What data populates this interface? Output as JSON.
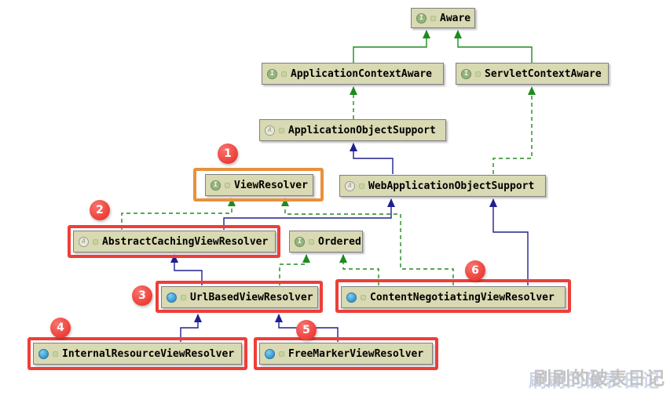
{
  "diagram": {
    "icons": {
      "interface_glyph": "I",
      "abstract_glyph": "A"
    },
    "nodes": [
      {
        "id": "aware",
        "label": "Aware",
        "kind": "interface"
      },
      {
        "id": "application-context-aware",
        "label": "ApplicationContextAware",
        "kind": "interface"
      },
      {
        "id": "servlet-context-aware",
        "label": "ServletContextAware",
        "kind": "interface"
      },
      {
        "id": "application-object-support",
        "label": "ApplicationObjectSupport",
        "kind": "abstract-class"
      },
      {
        "id": "view-resolver",
        "label": "ViewResolver",
        "kind": "interface",
        "badge": "1",
        "highlight": "orange"
      },
      {
        "id": "web-application-object-support",
        "label": "WebApplicationObjectSupport",
        "kind": "abstract-class"
      },
      {
        "id": "abstract-caching-view-resolver",
        "label": "AbstractCachingViewResolver",
        "kind": "abstract-class",
        "badge": "2",
        "highlight": "red"
      },
      {
        "id": "ordered",
        "label": "Ordered",
        "kind": "interface"
      },
      {
        "id": "url-based-view-resolver",
        "label": "UrlBasedViewResolver",
        "kind": "class",
        "badge": "3",
        "highlight": "red"
      },
      {
        "id": "content-negotiating-view-resolver",
        "label": "ContentNegotiatingViewResolver",
        "kind": "class",
        "badge": "6",
        "highlight": "red"
      },
      {
        "id": "internal-resource-view-resolver",
        "label": "InternalResourceViewResolver",
        "kind": "class",
        "badge": "4",
        "highlight": "red"
      },
      {
        "id": "free-marker-view-resolver",
        "label": "FreeMarkerViewResolver",
        "kind": "class",
        "badge": "5",
        "highlight": "red"
      }
    ],
    "edges": [
      {
        "from": "ApplicationContextAware",
        "to": "Aware",
        "relation": "extends"
      },
      {
        "from": "ServletContextAware",
        "to": "Aware",
        "relation": "extends"
      },
      {
        "from": "ApplicationObjectSupport",
        "to": "ApplicationContextAware",
        "relation": "implements"
      },
      {
        "from": "WebApplicationObjectSupport",
        "to": "ApplicationObjectSupport",
        "relation": "extends"
      },
      {
        "from": "WebApplicationObjectSupport",
        "to": "ServletContextAware",
        "relation": "implements"
      },
      {
        "from": "AbstractCachingViewResolver",
        "to": "ViewResolver",
        "relation": "implements"
      },
      {
        "from": "AbstractCachingViewResolver",
        "to": "WebApplicationObjectSupport",
        "relation": "extends"
      },
      {
        "from": "ContentNegotiatingViewResolver",
        "to": "ViewResolver",
        "relation": "implements"
      },
      {
        "from": "ContentNegotiatingViewResolver",
        "to": "WebApplicationObjectSupport",
        "relation": "extends"
      },
      {
        "from": "ContentNegotiatingViewResolver",
        "to": "Ordered",
        "relation": "implements"
      },
      {
        "from": "UrlBasedViewResolver",
        "to": "AbstractCachingViewResolver",
        "relation": "extends"
      },
      {
        "from": "UrlBasedViewResolver",
        "to": "Ordered",
        "relation": "implements"
      },
      {
        "from": "InternalResourceViewResolver",
        "to": "UrlBasedViewResolver",
        "relation": "extends"
      },
      {
        "from": "FreeMarkerViewResolver",
        "to": "UrlBasedViewResolver",
        "relation": "extends"
      }
    ],
    "colors": {
      "node_fill": "#d9d9b3",
      "node_border": "#808080",
      "extends_line": "#20208e",
      "implements_line": "#1d8c1d",
      "highlight_red": "#ee3e38",
      "highlight_orange": "#e8913d",
      "badge_red": "#ee3e38"
    },
    "watermark": "刷刷的破表日记"
  }
}
